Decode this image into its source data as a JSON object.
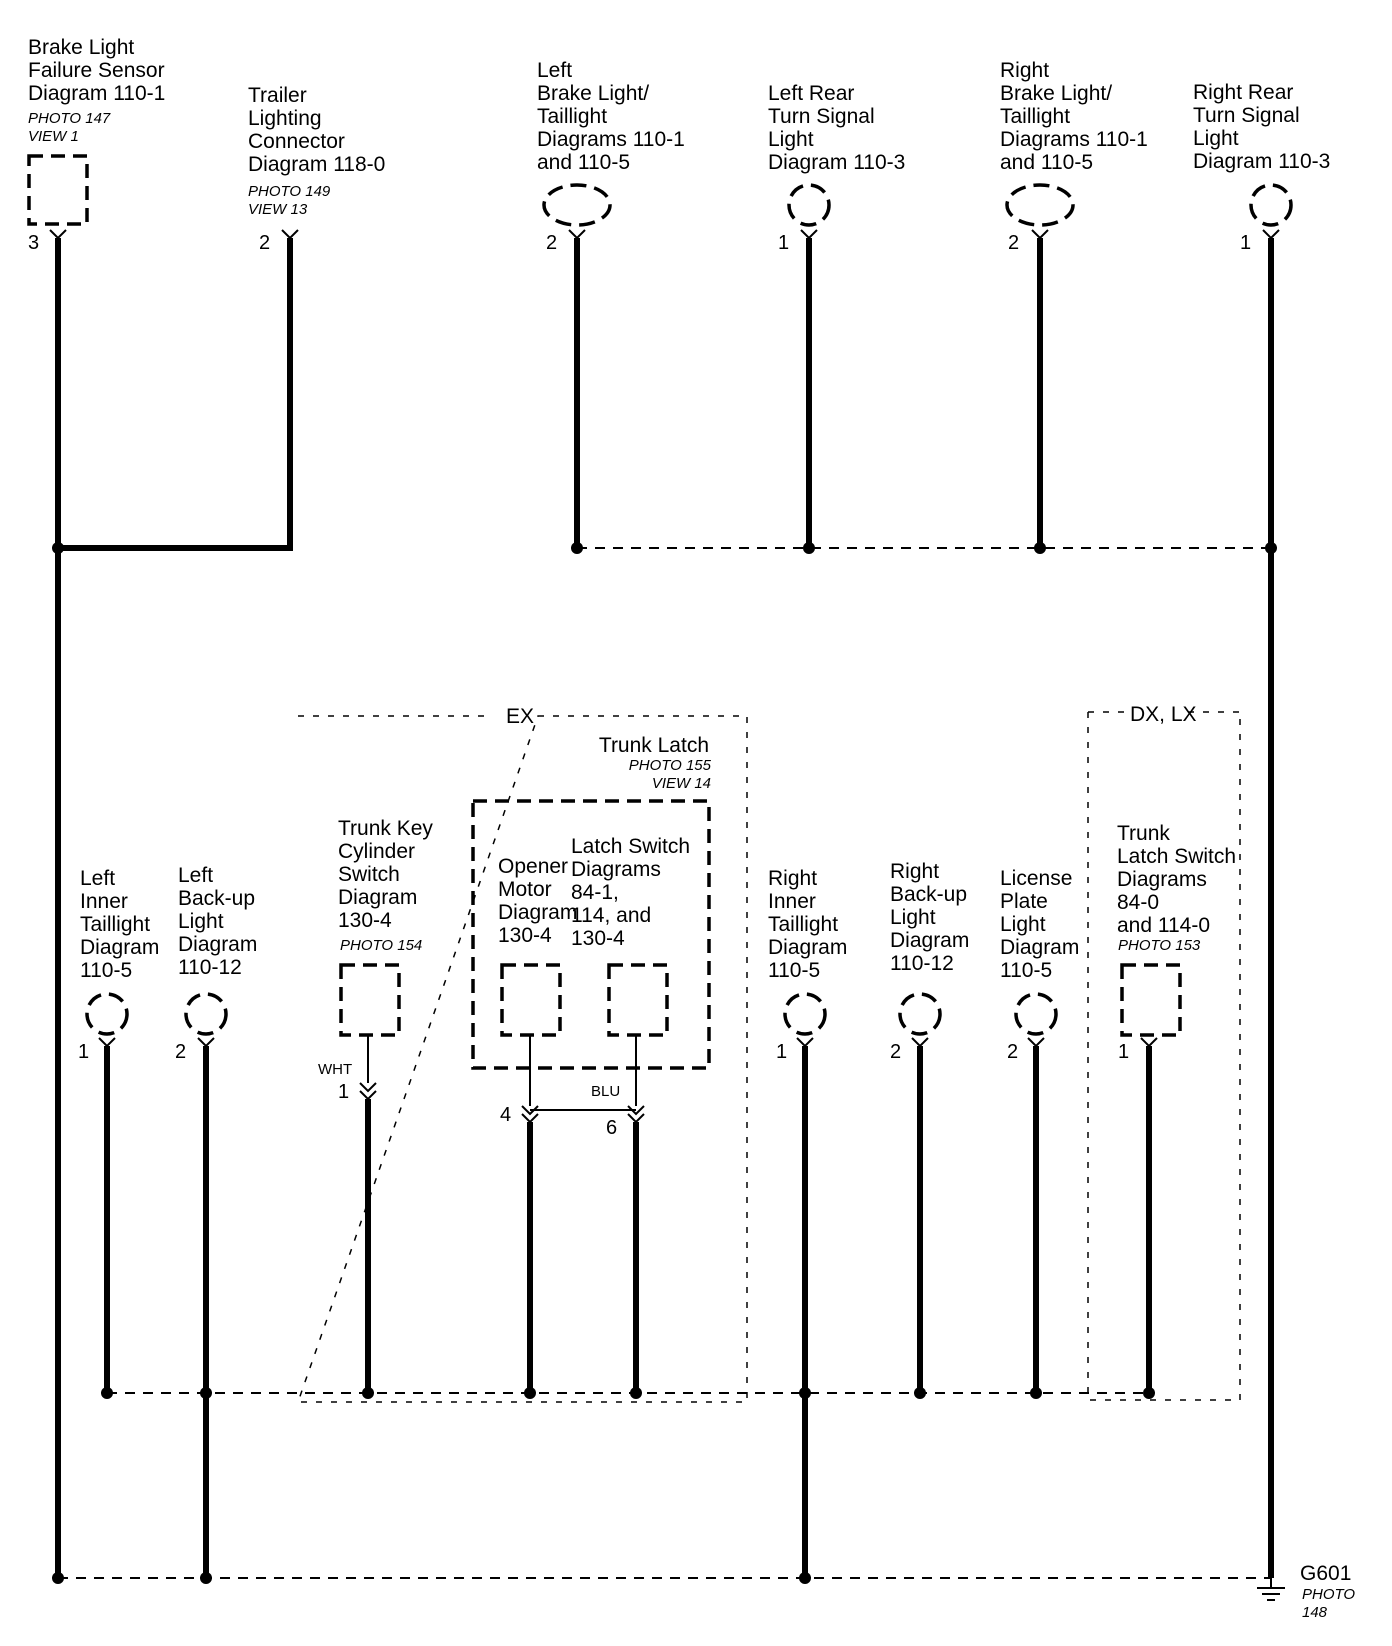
{
  "components": [
    {
      "id": "brake-light-failure-sensor",
      "lines": [
        "Brake Light",
        "Failure Sensor",
        "Diagram 110-1"
      ],
      "photo": [
        "PHOTO 147",
        "VIEW 1"
      ],
      "pin": "3"
    },
    {
      "id": "trailer-lighting-connector",
      "lines": [
        "Trailer",
        "Lighting",
        "Connector",
        "Diagram 118-0"
      ],
      "photo": [
        "PHOTO 149",
        "VIEW 13"
      ],
      "pin": "2"
    },
    {
      "id": "left-brake-taillight",
      "lines": [
        "Left",
        "Brake Light/",
        "Taillight",
        "Diagrams 110-1",
        "and 110-5"
      ],
      "photo": [],
      "pin": "2"
    },
    {
      "id": "left-rear-turn-signal",
      "lines": [
        "Left Rear",
        "Turn Signal",
        "Light",
        "Diagram  110-3"
      ],
      "photo": [],
      "pin": "1"
    },
    {
      "id": "right-brake-taillight",
      "lines": [
        "Right",
        "Brake Light/",
        "Taillight",
        "Diagrams 110-1",
        "and 110-5"
      ],
      "photo": [],
      "pin": "2"
    },
    {
      "id": "right-rear-turn-signal",
      "lines": [
        "Right Rear",
        "Turn Signal",
        "Light",
        "Diagram 110-3"
      ],
      "photo": [],
      "pin": "1"
    },
    {
      "id": "left-inner-taillight",
      "lines": [
        "Left",
        "Inner",
        "Taillight",
        "Diagram",
        "110-5"
      ],
      "photo": [],
      "pin": "1"
    },
    {
      "id": "left-backup-light",
      "lines": [
        "Left",
        "Back-up",
        "Light",
        "Diagram",
        "110-12"
      ],
      "photo": [],
      "pin": "2"
    },
    {
      "id": "trunk-key-cylinder-switch",
      "lines": [
        "Trunk Key",
        "Cylinder",
        "Switch",
        "Diagram",
        "130-4"
      ],
      "photo": [
        "PHOTO 154"
      ],
      "pin": "1",
      "wire_color": "WHT"
    },
    {
      "id": "opener-motor",
      "lines": [
        "Opener",
        "Motor",
        "Diagram",
        "130-4"
      ],
      "photo": [],
      "pin": "4"
    },
    {
      "id": "latch-switch",
      "lines": [
        "Latch Switch",
        "Diagrams",
        "84-1,",
        "114, and",
        "130-4"
      ],
      "photo": [],
      "pin": "6",
      "wire_color": "BLU"
    },
    {
      "id": "right-inner-taillight",
      "lines": [
        "Right",
        "Inner",
        "Taillight",
        "Diagram",
        "110-5"
      ],
      "photo": [],
      "pin": "1"
    },
    {
      "id": "right-backup-light",
      "lines": [
        "Right",
        "Back-up",
        "Light",
        "Diagram",
        "110-12"
      ],
      "photo": [],
      "pin": "2"
    },
    {
      "id": "license-plate-light",
      "lines": [
        "License",
        "Plate",
        "Light",
        "Diagram",
        "110-5"
      ],
      "photo": [],
      "pin": "2"
    },
    {
      "id": "trunk-latch-switch",
      "lines": [
        "Trunk",
        "Latch Switch",
        "Diagrams",
        "84-0",
        "and 114-0"
      ],
      "photo": [
        "PHOTO 153"
      ],
      "pin": "1"
    }
  ],
  "groups": {
    "ex": {
      "label": "EX"
    },
    "dx_lx": {
      "label": "DX, LX"
    },
    "trunk_latch": {
      "lines": [
        "Trunk Latch"
      ],
      "photo": [
        "PHOTO 155",
        "VIEW 14"
      ]
    }
  },
  "ground": {
    "label": "G601",
    "photo": [
      "PHOTO",
      "148"
    ]
  }
}
